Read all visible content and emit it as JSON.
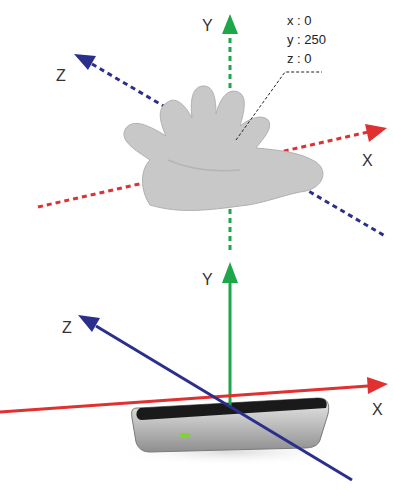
{
  "diagram": {
    "labels": [
      "Y",
      "Z",
      "X",
      "x : 0",
      "y : 250",
      "z : 0",
      "Y",
      "Z",
      "X"
    ]
  }
}
